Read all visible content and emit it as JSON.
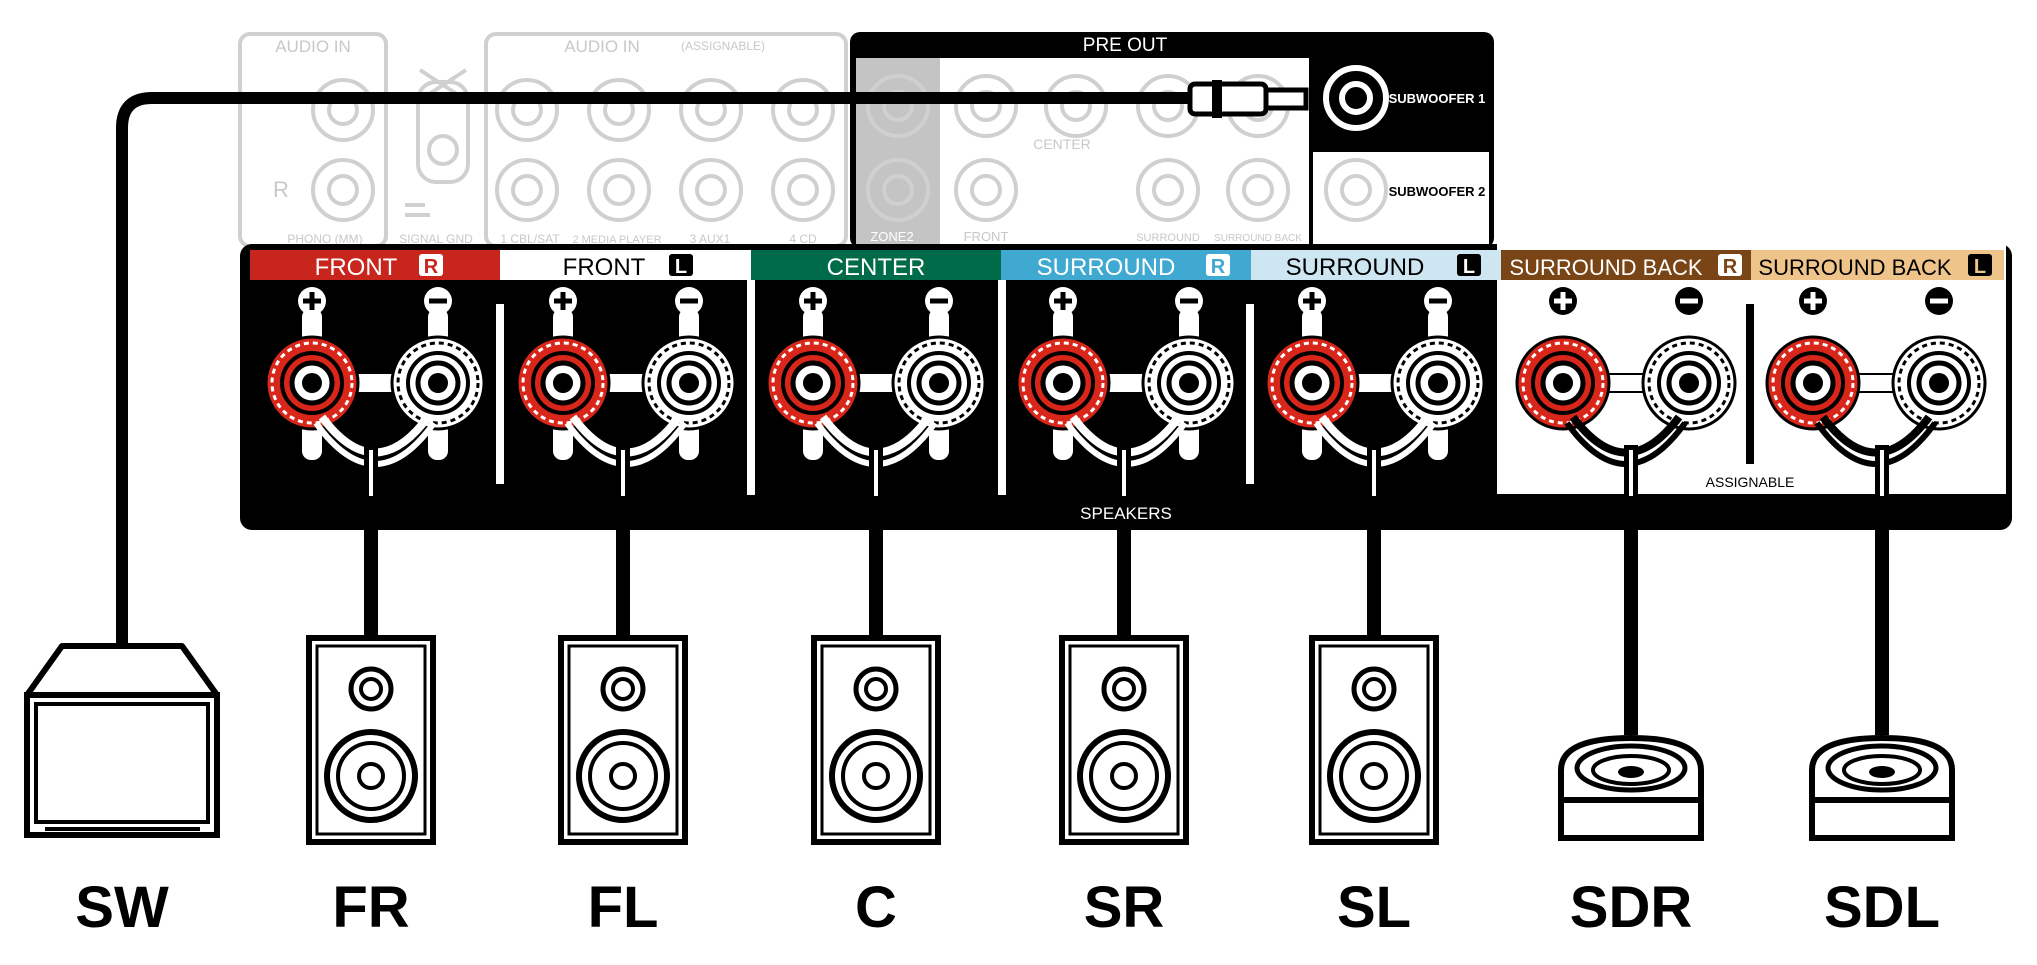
{
  "colors": {
    "front_r": "#c8261d",
    "front_l": "#ffffff",
    "center": "#006b48",
    "surround_r": "#3fa9d2",
    "surround_l": "#cde6f2",
    "surround_back_r": "#7a4516",
    "surround_back_l": "#efc48b",
    "terminal_red": "#d8261b",
    "faded": "#d0d0d0"
  },
  "top_panel": {
    "audio_in": "AUDIO IN",
    "audio_in_assignable": "AUDIO IN",
    "assignable_tag": "(ASSIGNABLE)",
    "r_mark": "R",
    "phono": "PHONO (MM)",
    "signal_gnd": "SIGNAL GND",
    "inputs": [
      "1 CBL/SAT",
      "2 MEDIA PLAYER",
      "3 AUX1",
      "4 CD"
    ]
  },
  "pre_out": {
    "title": "PRE OUT",
    "center": "CENTER",
    "zone2": "ZONE2",
    "front": "FRONT",
    "surround": "SURROUND",
    "surround_back": "SURROUND BACK",
    "subwoofer1": "SUBWOOFER 1",
    "subwoofer2": "SUBWOOFER 2"
  },
  "channels": [
    {
      "name": "FRONT",
      "side": "R"
    },
    {
      "name": "FRONT",
      "side": "L"
    },
    {
      "name": "CENTER",
      "side": ""
    },
    {
      "name": "SURROUND",
      "side": "R"
    },
    {
      "name": "SURROUND",
      "side": "L"
    },
    {
      "name": "SURROUND BACK",
      "side": "R"
    },
    {
      "name": "SURROUND BACK",
      "side": "L"
    }
  ],
  "speakers_label": "SPEAKERS",
  "assignable_label": "ASSIGNABLE",
  "speaker_labels": [
    "SW",
    "FR",
    "FL",
    "C",
    "SR",
    "SL",
    "SDR",
    "SDL"
  ]
}
